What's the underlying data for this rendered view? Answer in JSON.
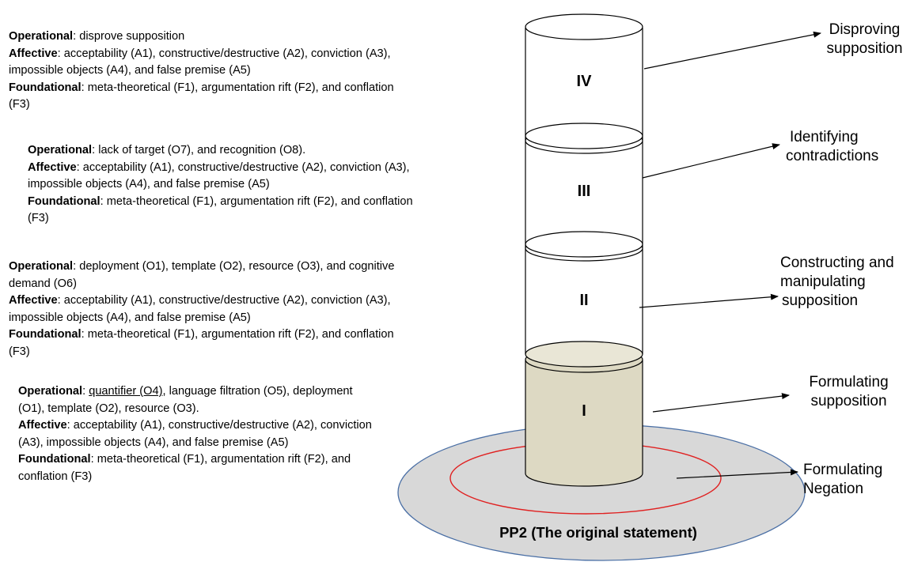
{
  "blocks": {
    "level4": {
      "op_label": "Operational",
      "op_text": ": disprove supposition",
      "af_label": "Affective",
      "af_line1": ": acceptability (A1), constructive/destructive (A2), conviction (A3),",
      "af_line2": "impossible objects (A4), and false premise (A5)",
      "fd_label": "Foundational",
      "fd_line1": ": meta-theoretical (F1), argumentation rift (F2), and conflation",
      "fd_line2": "(F3)"
    },
    "level3": {
      "op_label": "Operational",
      "op_text": ": lack of target (O7), and recognition (O8).",
      "af_label": "Affective",
      "af_line1": ": acceptability (A1), constructive/destructive (A2), conviction (A3),",
      "af_line2": "impossible objects (A4), and false premise (A5)",
      "fd_label": "Foundational",
      "fd_line1": ": meta-theoretical (F1), argumentation rift (F2), and conflation",
      "fd_line2": "(F3)"
    },
    "level2": {
      "op_label": "Operational",
      "op_line1": ": deployment (O1), template (O2), resource (O3), and cognitive",
      "op_line2": "demand (O6)",
      "af_label": "Affective",
      "af_line1": ": acceptability (A1), constructive/destructive (A2), conviction (A3),",
      "af_line2": "impossible objects (A4), and false premise (A5)",
      "fd_label": "Foundational",
      "fd_line1": ": meta-theoretical (F1), argumentation rift (F2), and conflation",
      "fd_line2": "(F3)"
    },
    "level1": {
      "op_label": "Operational",
      "op_sep": ": ",
      "op_quantifier": "quantifier (O4)",
      "op_line1": ", language filtration (O5), deployment",
      "op_line2": "(O1), template (O2), resource (O3).",
      "af_label": "Affective",
      "af_line1": ": acceptability (A1), constructive/destructive (A2), conviction",
      "af_line2": "(A3), impossible objects (A4), and false premise (A5)",
      "fd_label": "Foundational",
      "fd_line1": ": meta-theoretical (F1), argumentation rift (F2), and",
      "fd_line2": "conflation (F3)"
    }
  },
  "cylinder": {
    "numerals": [
      "I",
      "II",
      "III",
      "IV"
    ],
    "base_caption": "PP2 (The original statement)"
  },
  "labels": {
    "disproving": [
      "Disproving",
      "supposition"
    ],
    "identifying": [
      "Identifying",
      "contradictions"
    ],
    "constructing": [
      "Constructing and",
      "manipulating",
      "supposition"
    ],
    "formulating_supp": [
      "Formulating",
      "supposition"
    ],
    "formulating_neg": [
      "Formulating",
      "Negation"
    ]
  },
  "colors": {
    "base_fill": "#d8d8d8",
    "base_stroke": "#4a6fa5",
    "inner_ring": "#e02020",
    "level1_fill": "#ddd9c3",
    "level1_top": "#e9e6d6",
    "line": "#000000"
  }
}
